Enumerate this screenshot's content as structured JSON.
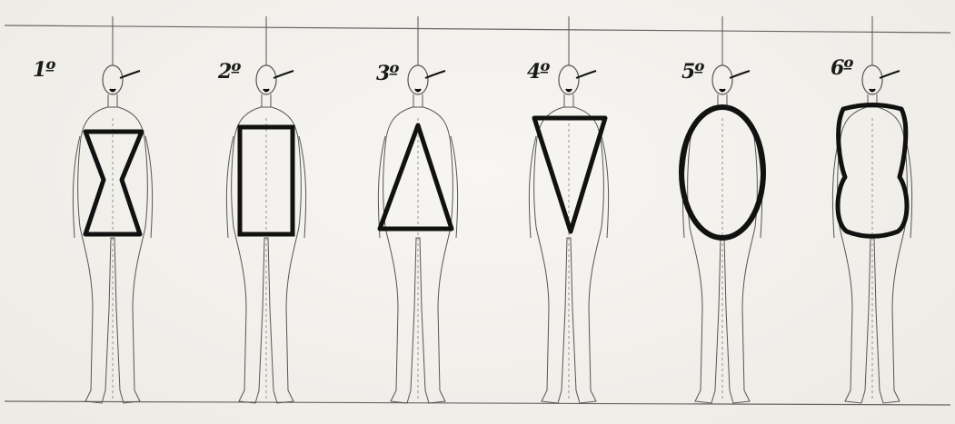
{
  "figures": [
    {
      "label": "1º",
      "shape": "hourglass"
    },
    {
      "label": "2º",
      "shape": "rectangle"
    },
    {
      "label": "3º",
      "shape": "triangle"
    },
    {
      "label": "4º",
      "shape": "inverted-triangle"
    },
    {
      "label": "5º",
      "shape": "oval"
    },
    {
      "label": "6º",
      "shape": "rounded-hourglass"
    }
  ],
  "colors": {
    "paper": "#f3f1ec",
    "pencil": "#555555",
    "marker": "#111111"
  }
}
